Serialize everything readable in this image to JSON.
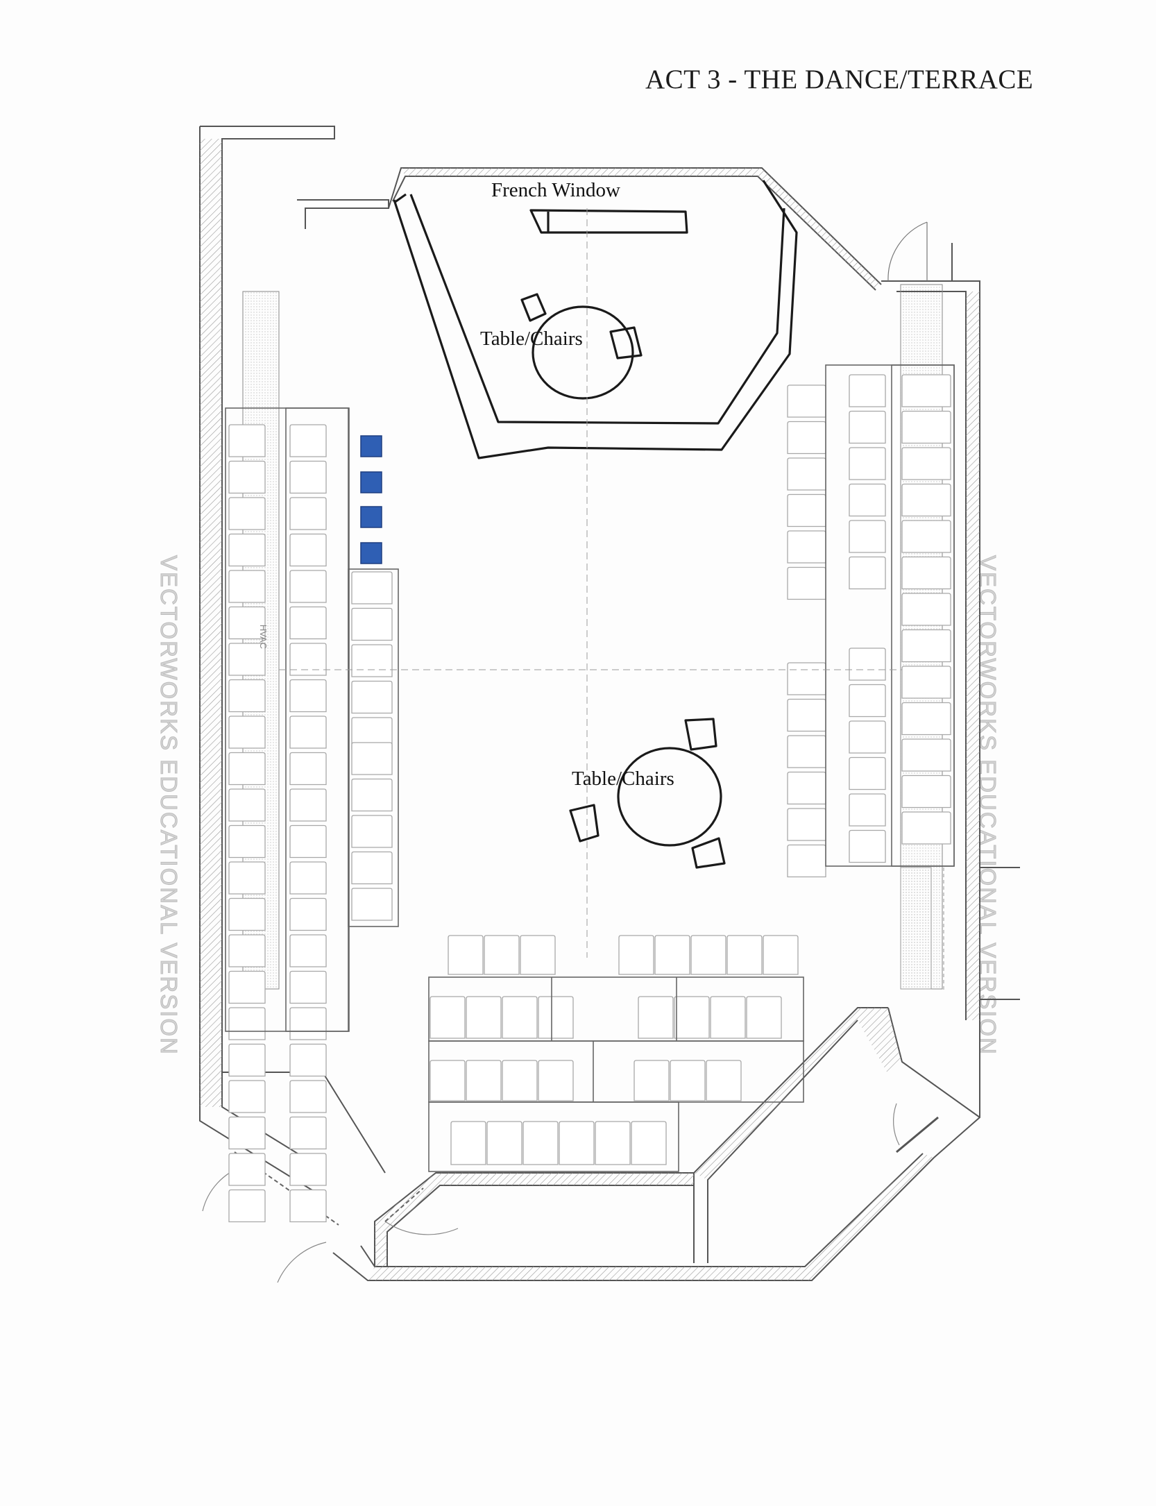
{
  "title": "ACT 3 - THE DANCE/TERRACE",
  "labels": {
    "french_window": "French Window",
    "table_chairs_upper": "Table/Chairs",
    "table_chairs_lower": "Table/Chairs",
    "hvac": "HVAC"
  },
  "watermark": "VECTORWORKS EDUCATIONAL VERSION",
  "colors": {
    "wall": "#555555",
    "ink": "#1a1a1a",
    "seat": "#a8a8a8",
    "blue_block": "#2f5fb4"
  }
}
